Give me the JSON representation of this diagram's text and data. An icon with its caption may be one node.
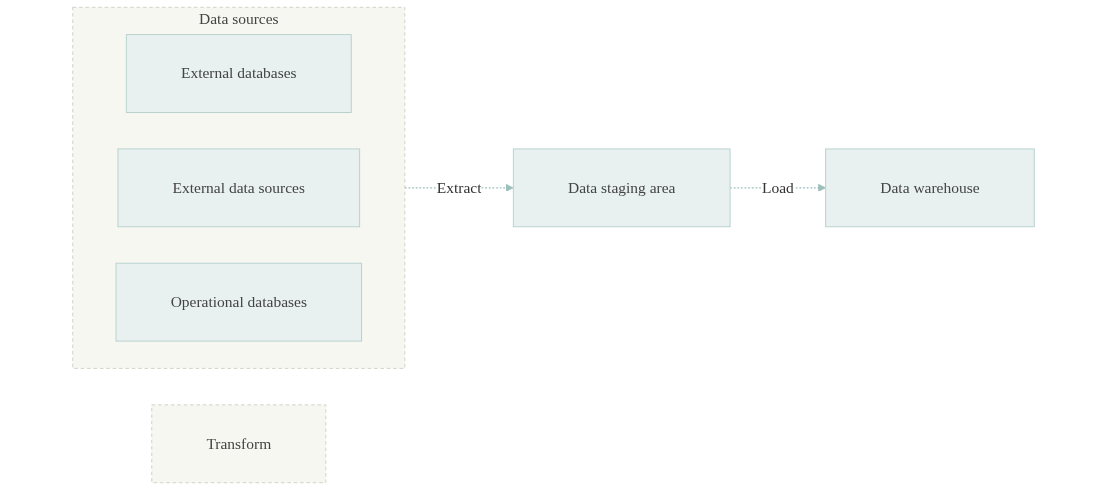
{
  "diagram": {
    "nodes": [
      {
        "text": [
          "Data sources"
        ]
      },
      {
        "text": [
          "External databases"
        ],
        "in": 0
      },
      {
        "text": [
          "External data sources"
        ],
        "in": 0
      },
      {
        "text": [
          "Operational databases"
        ],
        "in": 0
      },
      {
        "text": [
          "Transform"
        ]
      },
      {
        "text": [
          "Data staging area"
        ]
      },
      {
        "text": [
          "Data warehouse"
        ]
      }
    ],
    "edges": [
      {
        "from": 0,
        "to": 5,
        "arrow": "to",
        "label": "Extract",
        "style": "dashed"
      },
      {
        "from": 5,
        "to": 6,
        "arrow": "to",
        "label": "Load",
        "style": "dashed"
      }
    ]
  }
}
